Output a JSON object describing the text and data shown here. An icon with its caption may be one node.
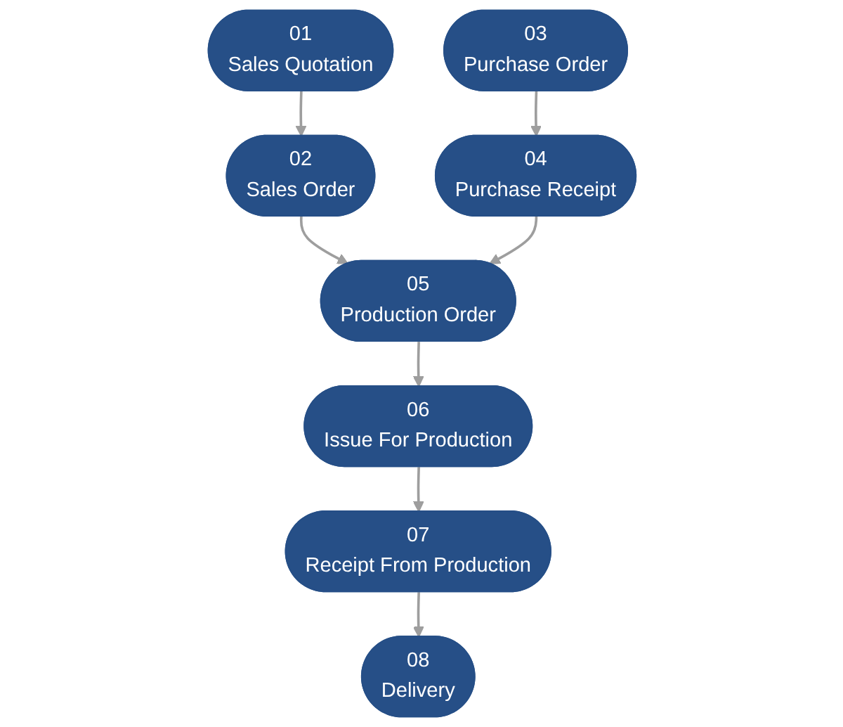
{
  "diagram": {
    "nodes": [
      {
        "text": [
          "01",
          "Sales Quotation"
        ]
      },
      {
        "text": [
          "03",
          "Purchase Order"
        ]
      },
      {
        "text": [
          "02",
          "Sales Order"
        ]
      },
      {
        "text": [
          "04",
          "Purchase Receipt"
        ]
      },
      {
        "text": [
          "05",
          "Production Order"
        ]
      },
      {
        "text": [
          "06",
          "Issue For Production"
        ]
      },
      {
        "text": [
          "07",
          "Receipt From Production"
        ]
      },
      {
        "text": [
          "08",
          "Delivery"
        ]
      }
    ],
    "edges": [
      {
        "from": 0,
        "to": 2,
        "arrow": "to",
        "color": "#9e9e9e"
      },
      {
        "from": 1,
        "to": 3,
        "arrow": "to",
        "color": "#9e9e9e"
      },
      {
        "from": 2,
        "to": 4,
        "arrow": "to",
        "color": "#9e9e9e"
      },
      {
        "from": 3,
        "to": 4,
        "arrow": "to",
        "color": "#9e9e9e"
      },
      {
        "from": 4,
        "to": 5,
        "arrow": "to",
        "color": "#9e9e9e"
      },
      {
        "from": 5,
        "to": 6,
        "arrow": "to",
        "color": "#9e9e9e"
      },
      {
        "from": 6,
        "to": 7,
        "arrow": "to",
        "color": "#9e9e9e"
      }
    ]
  }
}
